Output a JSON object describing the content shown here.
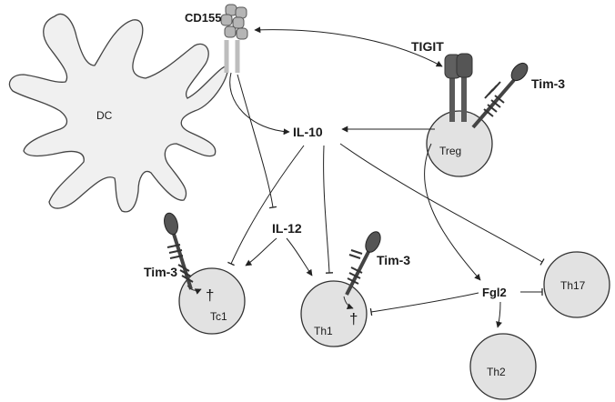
{
  "labels": {
    "dc": "DC",
    "cd155": "CD155",
    "tigit": "TIGIT",
    "tim3_treg": "Tim-3",
    "tim3_tc1": "Tim-3",
    "tim3_th1": "Tim-3",
    "il10": "IL-10",
    "il12": "IL-12",
    "fgl2": "Fgl2",
    "treg": "Treg",
    "tc1": "Tc1",
    "th1": "Th1",
    "th2": "Th2",
    "th17": "Th17",
    "death_tc1": "†",
    "death_th1": "†"
  },
  "colors": {
    "cell_fill": "#e2e2e2",
    "dc_fill": "#f0f0f0",
    "outline": "#333333",
    "receptor_dark": "#555555",
    "receptor_light": "#c4c4c4"
  }
}
